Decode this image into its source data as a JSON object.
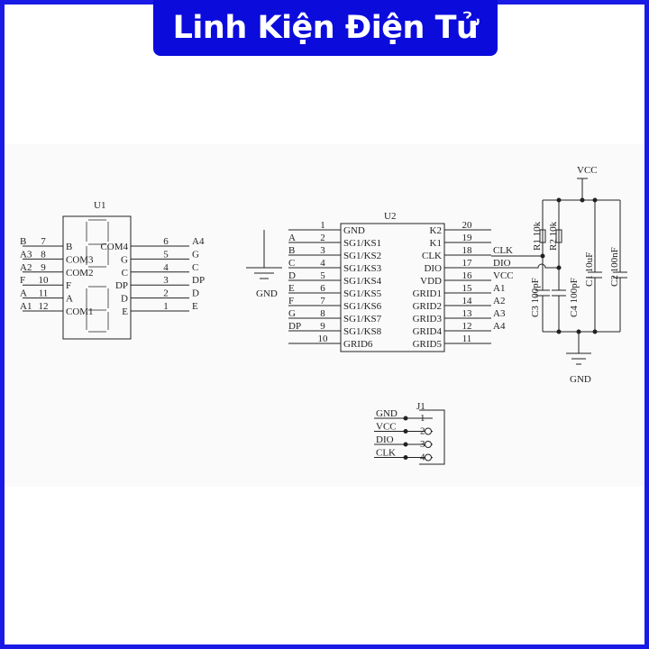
{
  "banner": {
    "title": "Linh Kiện Điện Tử 35"
  },
  "colors": {
    "brand": "#0b0bdc",
    "ink": "#222222"
  },
  "u1": {
    "ref": "U1",
    "left_pins": [
      {
        "net": "B",
        "num": "7",
        "name": "B"
      },
      {
        "net": "A3",
        "num": "8",
        "name": "COM3"
      },
      {
        "net": "A2",
        "num": "9",
        "name": "COM2"
      },
      {
        "net": "F",
        "num": "10",
        "name": "F"
      },
      {
        "net": "A",
        "num": "11",
        "name": "A"
      },
      {
        "net": "A1",
        "num": "12",
        "name": "COM1"
      }
    ],
    "right_pins": [
      {
        "net": "A4",
        "num": "6",
        "name": "COM4"
      },
      {
        "net": "G",
        "num": "5",
        "name": "G"
      },
      {
        "net": "C",
        "num": "4",
        "name": "C"
      },
      {
        "net": "DP",
        "num": "3",
        "name": "DP"
      },
      {
        "net": "D",
        "num": "2",
        "name": "D"
      },
      {
        "net": "E",
        "num": "1",
        "name": "E"
      }
    ]
  },
  "u2": {
    "ref": "U2",
    "gnd_label": "GND",
    "left_pins": [
      {
        "net": "",
        "num": "1",
        "name": "GND"
      },
      {
        "net": "A",
        "num": "2",
        "name": "SG1/KS1"
      },
      {
        "net": "B",
        "num": "3",
        "name": "SG1/KS2"
      },
      {
        "net": "C",
        "num": "4",
        "name": "SG1/KS3"
      },
      {
        "net": "D",
        "num": "5",
        "name": "SG1/KS4"
      },
      {
        "net": "E",
        "num": "6",
        "name": "SG1/KS5"
      },
      {
        "net": "F",
        "num": "7",
        "name": "SG1/KS6"
      },
      {
        "net": "G",
        "num": "8",
        "name": "SG1/KS7"
      },
      {
        "net": "DP",
        "num": "9",
        "name": "SG1/KS8"
      },
      {
        "net": "",
        "num": "10",
        "name": "GRID6"
      }
    ],
    "right_pins": [
      {
        "net": "",
        "num": "20",
        "name": "K2"
      },
      {
        "net": "",
        "num": "19",
        "name": "K1"
      },
      {
        "net": "CLK",
        "num": "18",
        "name": "CLK"
      },
      {
        "net": "DIO",
        "num": "17",
        "name": "DIO"
      },
      {
        "net": "VCC",
        "num": "16",
        "name": "VDD"
      },
      {
        "net": "A1",
        "num": "15",
        "name": "GRID1"
      },
      {
        "net": "A2",
        "num": "14",
        "name": "GRID2"
      },
      {
        "net": "A3",
        "num": "13",
        "name": "GRID3"
      },
      {
        "net": "A4",
        "num": "12",
        "name": "GRID4"
      },
      {
        "net": "",
        "num": "11",
        "name": "GRID5"
      }
    ]
  },
  "power": {
    "vcc": "VCC",
    "gnd": "GND",
    "r1": "R1 10k",
    "r2": "R2 10k",
    "c1": "C1 10uF",
    "c2": "C2 100nF",
    "c3": "C3 100pF",
    "c4": "C4 100pF"
  },
  "j1": {
    "ref": "J1",
    "pins": [
      {
        "net": "GND",
        "num": "1"
      },
      {
        "net": "VCC",
        "num": "2"
      },
      {
        "net": "DIO",
        "num": "3"
      },
      {
        "net": "CLK",
        "num": "4"
      }
    ]
  }
}
